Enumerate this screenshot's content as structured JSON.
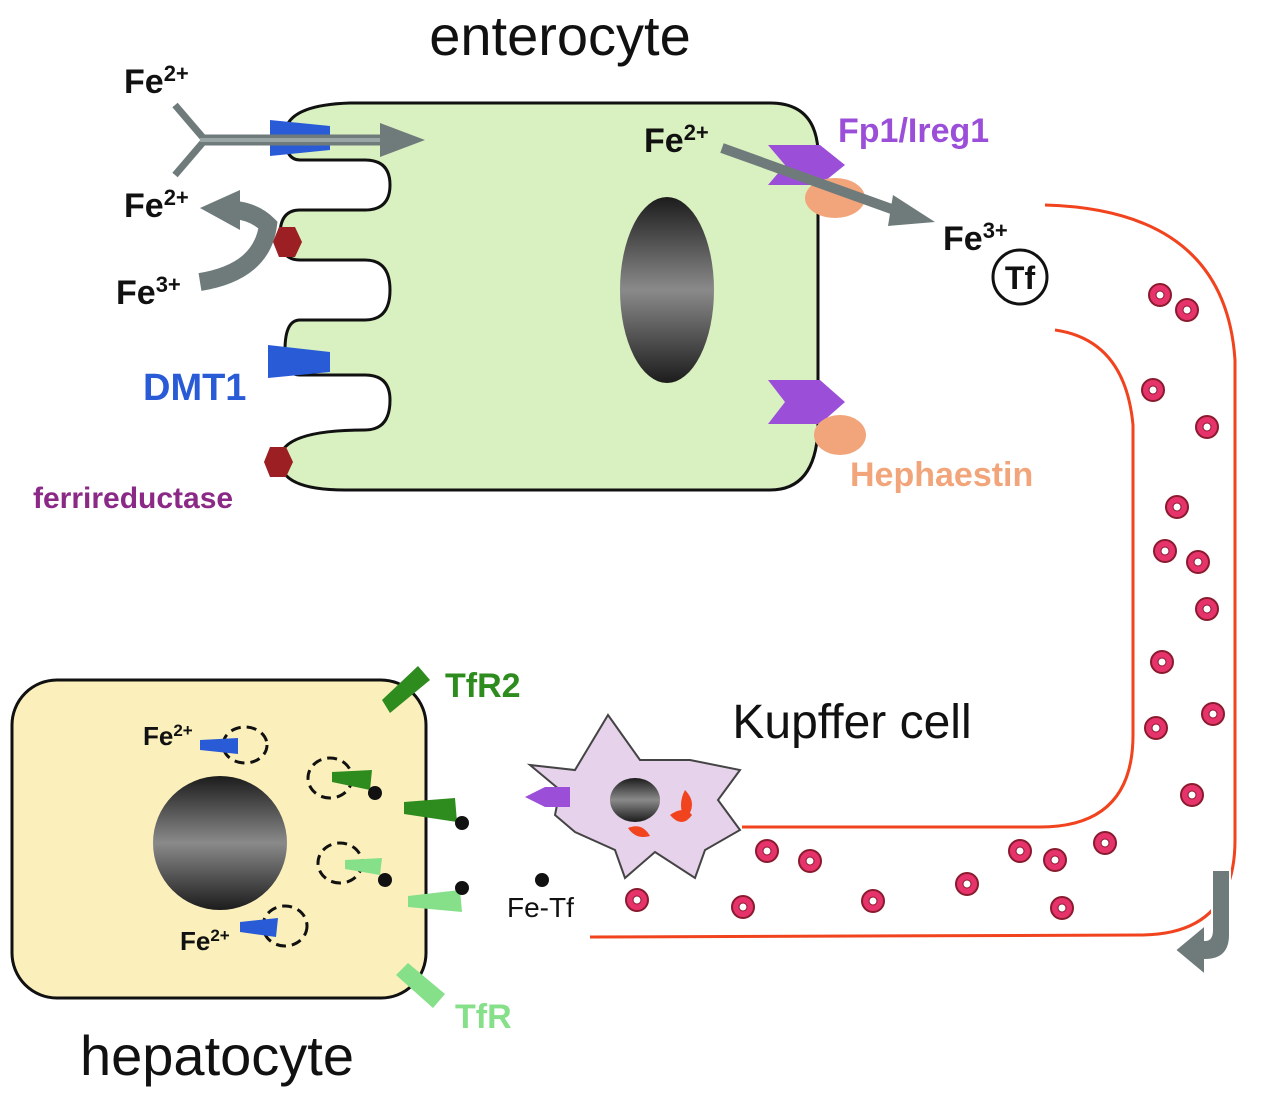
{
  "cells": {
    "enterocyte": "enterocyte",
    "hepatocyte": "hepatocyte",
    "kupffer": "Kupffer cell"
  },
  "proteins": {
    "fp1": "Fp1/Ireg1",
    "dmt1": "DMT1",
    "ferrireductase": "ferrireductase",
    "hephaestin": "Hephaestin",
    "tfr2": "TfR2",
    "tfr": "TfR"
  },
  "ions": {
    "fe": "Fe",
    "fe2_sup": "2+",
    "fe3_sup": "3+",
    "tf": "Tf",
    "fe_tf": "Fe-Tf"
  },
  "colors": {
    "enterocyte_fill": "#d9f0c0",
    "hepatocyte_fill": "#fbf0bb",
    "kupffer_fill": "#e6d2ea",
    "vessel": "#f0431e",
    "rbc": "#e6336b",
    "dmt1": "#2a5bd7",
    "fp1": "#9b4fd9",
    "ferrireductase": "#9b1f23",
    "hephaestin": "#f2a57a",
    "tfr2": "#2e8b1e",
    "tfr": "#86e08a",
    "arrow_gray": "#6f7b7b"
  }
}
